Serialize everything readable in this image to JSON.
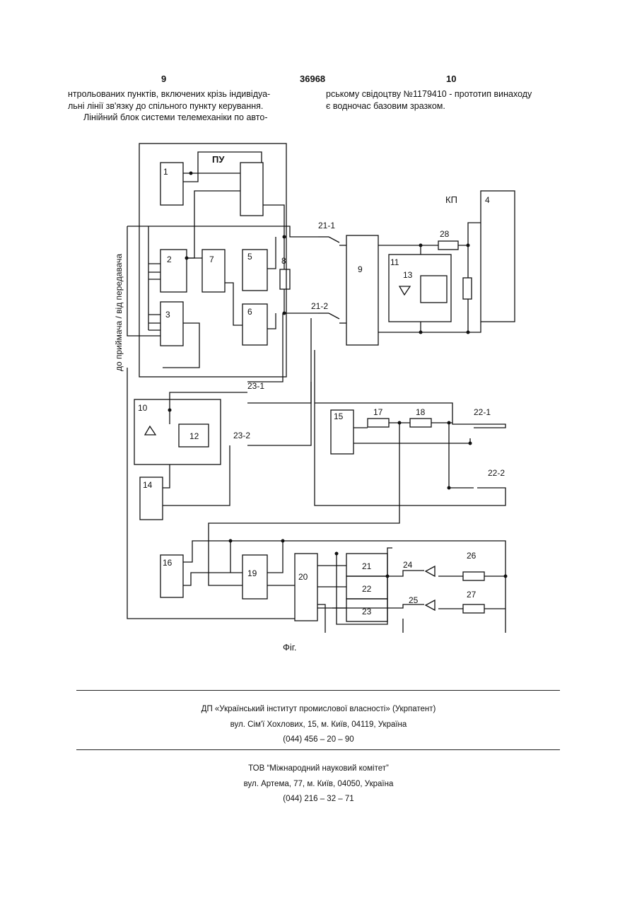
{
  "header": {
    "page_left": "9",
    "patent_number": "36968",
    "page_right": "10"
  },
  "text": {
    "col1_lines": [
      "нтрольованих пунктів, включених крізь індивідуа-",
      "льні лінії зв'язку до спільного пункту керування.",
      "Лінійний блок системи телемеханіки по авто-"
    ],
    "col2_lines": [
      "рському свідоцтву №1179410 - прототип винаходу",
      "є водночас базовим зразком."
    ]
  },
  "figure": {
    "caption": "Фіг.",
    "label_pu": "ПУ",
    "label_kp": "КП",
    "side_label": "до приймача / від передавача",
    "switch_labels": [
      "21-1",
      "21-2",
      "22-1",
      "22-2",
      "23-1",
      "23-2"
    ],
    "block_labels": [
      "1",
      "2",
      "3",
      "4",
      "5",
      "6",
      "7",
      "8",
      "9",
      "10",
      "11",
      "12",
      "13",
      "14",
      "15",
      "16",
      "17",
      "18",
      "19",
      "20",
      "21",
      "22",
      "23",
      "24",
      "25",
      "26",
      "27",
      "28"
    ]
  },
  "footer": {
    "org1_name": "ДП «Український інститут промислової власності» (Укрпатент)",
    "org1_address": "вул. Сім'ї Хохлових, 15, м. Київ, 04119, Україна",
    "org1_phone": "(044) 456 – 20 –  90",
    "org2_name": "ТОВ “Міжнародний науковий комітет”",
    "org2_address": "вул. Артема, 77, м. Київ, 04050, Україна",
    "org2_phone": "(044) 216 – 32 – 71"
  }
}
